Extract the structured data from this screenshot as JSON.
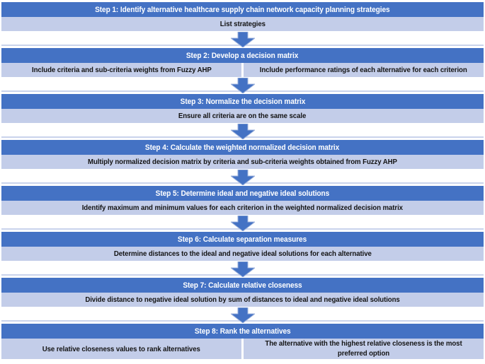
{
  "colors": {
    "header_blue": "#4472C4",
    "row_blue": "#C3CDE9",
    "arrow_blue": "#4472C4",
    "arrow_outline": "#9DB2DC",
    "separator_line": "#C9D3EC"
  },
  "steps": [
    {
      "header": "Step 1: Identify alternative healthcare supply chain network capacity planning strategies",
      "cells": [
        "List strategies"
      ]
    },
    {
      "header": "Step 2: Develop a decision matrix",
      "cells": [
        "Include criteria and sub-criteria weights from Fuzzy AHP",
        "Include performance ratings of each alternative for each criterion"
      ]
    },
    {
      "header": "Step 3: Normalize the decision matrix",
      "cells": [
        "Ensure all criteria are on the same scale"
      ]
    },
    {
      "header": "Step 4: Calculate the weighted normalized decision matrix",
      "cells": [
        "Multiply normalized decision matrix by criteria and sub-criteria weights obtained from Fuzzy AHP"
      ]
    },
    {
      "header": "Step 5: Determine ideal and negative ideal solutions",
      "cells": [
        "Identify maximum and minimum values for each criterion in the weighted normalized decision matrix"
      ]
    },
    {
      "header": "Step 6: Calculate separation measures",
      "cells": [
        "Determine distances to the ideal and negative ideal solutions for each alternative"
      ]
    },
    {
      "header": "Step 7: Calculate relative closeness",
      "cells": [
        "Divide distance to negative ideal solution by sum of distances to ideal and negative ideal solutions"
      ]
    },
    {
      "header": "Step 8: Rank the alternatives",
      "cells": [
        "Use relative closeness values to rank alternatives",
        "The alternative with the highest relative closeness is the most preferred option"
      ]
    }
  ]
}
